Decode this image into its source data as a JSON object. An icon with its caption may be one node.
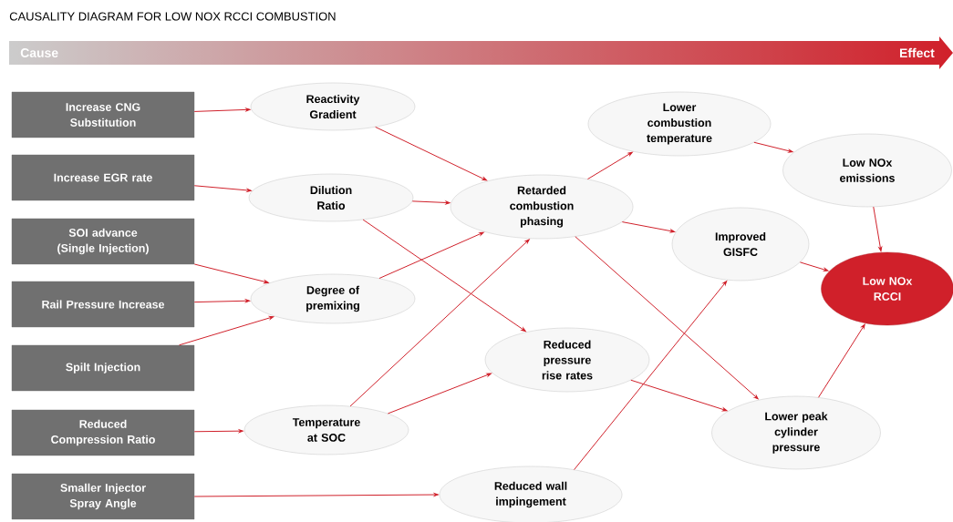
{
  "diagram": {
    "title": "CAUSALITY DIAGRAM FOR LOW NOX RCCI COMBUSTION",
    "nodes": [
      {
        "text": [
          "Increase CNG Substitution"
        ]
      },
      {
        "text": [
          "Increase EGR rate"
        ]
      },
      {
        "text": [
          "SOI advance (Single Injection)"
        ]
      },
      {
        "text": [
          "Rail Pressure Increase"
        ]
      },
      {
        "text": [
          "Spilt Injection"
        ]
      },
      {
        "text": [
          "Reduced Compression Ratio"
        ]
      },
      {
        "text": [
          "Smaller Injector Spray Angle"
        ]
      },
      {
        "text": [
          "Reactivity Gradient"
        ]
      },
      {
        "text": [
          "Dilution Ratio"
        ]
      },
      {
        "text": [
          "Degree of premixing"
        ]
      },
      {
        "text": [
          "Temperature at SOC"
        ]
      },
      {
        "text": [
          "Retarded combustion phasing"
        ]
      },
      {
        "text": [
          "Reduced pressure rise rates"
        ]
      },
      {
        "text": [
          "Reduced wall impingement"
        ]
      },
      {
        "text": [
          "Lower combustion temperature"
        ]
      },
      {
        "text": [
          "Improved GISFC"
        ]
      },
      {
        "text": [
          "Lower peak cylinder pressure"
        ]
      },
      {
        "text": [
          "Low NOx emissions"
        ]
      },
      {
        "text": [
          "Low NOx RCCI"
        ]
      }
    ],
    "edges": [
      {
        "from": 0,
        "to": 7,
        "arrow": "to"
      },
      {
        "from": 1,
        "to": 8,
        "arrow": "to"
      },
      {
        "from": 2,
        "to": 9,
        "arrow": "to"
      },
      {
        "from": 3,
        "to": 9,
        "arrow": "to"
      },
      {
        "from": 4,
        "to": 9,
        "arrow": "to"
      },
      {
        "from": 5,
        "to": 10,
        "arrow": "to"
      },
      {
        "from": 6,
        "to": 13,
        "arrow": "to"
      },
      {
        "from": 7,
        "to": 11,
        "arrow": "to"
      },
      {
        "from": 8,
        "to": 11,
        "arrow": "to"
      },
      {
        "from": 8,
        "to": 12,
        "arrow": "to"
      },
      {
        "from": 9,
        "to": 11,
        "arrow": "to"
      },
      {
        "from": 10,
        "to": 11,
        "arrow": "to"
      },
      {
        "from": 10,
        "to": 12,
        "arrow": "to"
      },
      {
        "from": 11,
        "to": 14,
        "arrow": "to"
      },
      {
        "from": 11,
        "to": 15,
        "arrow": "to"
      },
      {
        "from": 11,
        "to": 16,
        "arrow": "to"
      },
      {
        "from": 12,
        "to": 16,
        "arrow": "to"
      },
      {
        "from": 13,
        "to": 15,
        "arrow": "to"
      },
      {
        "from": 14,
        "to": 17,
        "arrow": "to"
      },
      {
        "from": 17,
        "to": 18,
        "arrow": "to"
      },
      {
        "from": 15,
        "to": 18,
        "arrow": "to"
      },
      {
        "from": 16,
        "to": 18,
        "arrow": "to"
      }
    ],
    "labels": [
      "Cause",
      "Effect"
    ]
  }
}
